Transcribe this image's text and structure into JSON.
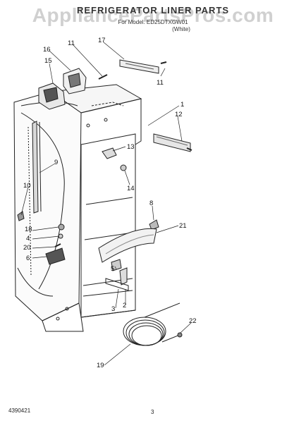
{
  "header": {
    "title": "REFRIGERATOR LINER PARTS",
    "watermark": "AppliancePartsPros.com",
    "subtitle_line1": "For Model: ED25DTXGW01",
    "subtitle_line2": "(White)"
  },
  "callouts": [
    "1",
    "2",
    "3",
    "4",
    "5",
    "6",
    "8",
    "9",
    "10",
    "11",
    "11",
    "12",
    "13",
    "14",
    "15",
    "16",
    "17",
    "18",
    "19",
    "20",
    "21",
    "22"
  ],
  "footer": {
    "part_number": "4390421",
    "page_number": "3"
  }
}
